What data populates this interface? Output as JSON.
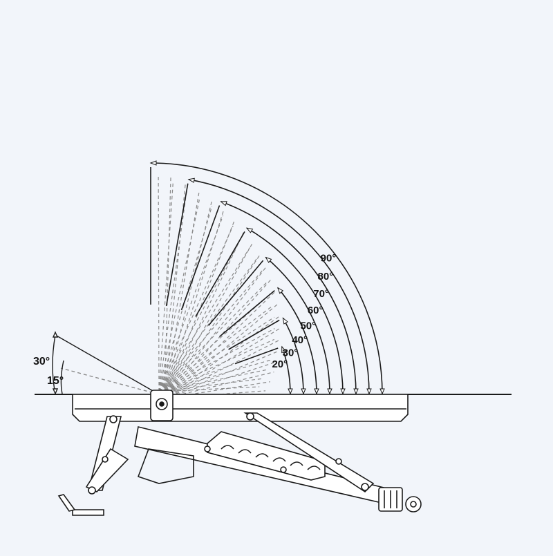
{
  "diagram": {
    "background": "#f2f5fa",
    "line_color": "#1a1a1a",
    "dashed_color": "#8a8a8a",
    "backrest_angle_labels": [
      "90°",
      "80°",
      "70°",
      "60°",
      "50°",
      "40°",
      "30°",
      "20°"
    ],
    "backrest_angles": [
      90,
      80,
      70,
      60,
      50,
      40,
      30,
      20
    ],
    "seat_angle_labels": [
      "30°",
      "15°"
    ],
    "seat_angles": [
      30,
      15
    ]
  }
}
